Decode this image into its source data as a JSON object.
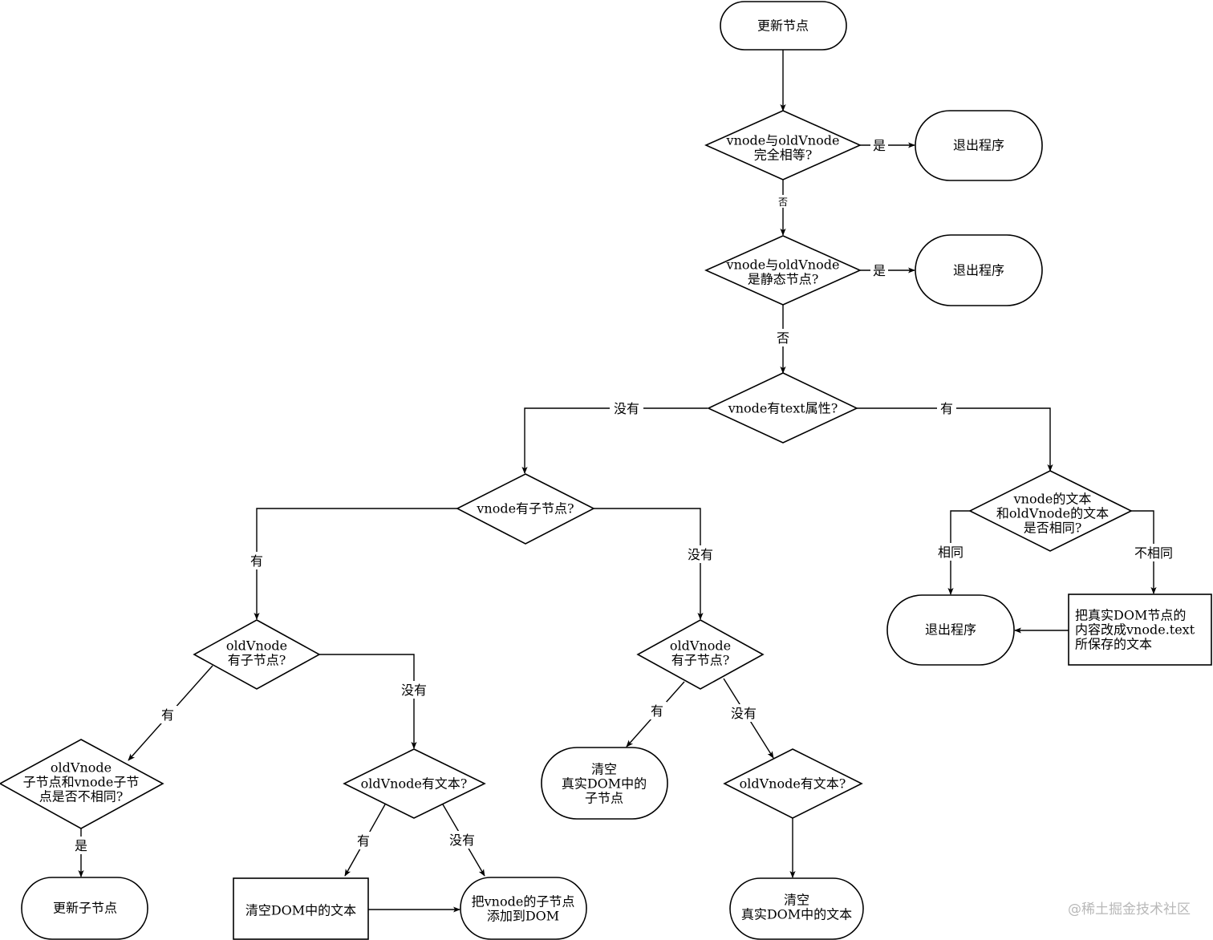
{
  "nodes": {
    "start": {
      "lines": [
        "更新节点"
      ]
    },
    "d_equal": {
      "lines": [
        "vnode与oldVnode",
        "完全相等?"
      ]
    },
    "exit_1": {
      "lines": [
        "退出程序"
      ]
    },
    "d_static": {
      "lines": [
        "vnode与oldVnode",
        "是静态节点?"
      ]
    },
    "exit_2": {
      "lines": [
        "退出程序"
      ]
    },
    "d_text": {
      "lines": [
        "vnode有text属性?"
      ]
    },
    "d_children": {
      "lines": [
        "vnode有子节点?"
      ]
    },
    "d_text_same": {
      "lines": [
        "vnode的文本",
        "和oldVnode的文本",
        "是否相同?"
      ]
    },
    "exit_3": {
      "lines": [
        "退出程序"
      ]
    },
    "set_text": {
      "lines": [
        "把真实DOM节点的",
        "内容改成vnode.text",
        "所保存的文本"
      ]
    },
    "d_old_children_l": {
      "lines": [
        "oldVnode",
        "有子节点?"
      ]
    },
    "d_old_children_r": {
      "lines": [
        "oldVnode",
        "有子节点?"
      ]
    },
    "d_children_diff": {
      "lines": [
        "oldVnode",
        "子节点和vnode子节",
        "点是否不相同?"
      ]
    },
    "update_children": {
      "lines": [
        "更新子节点"
      ]
    },
    "d_old_text_l": {
      "lines": [
        "oldVnode有文本?"
      ]
    },
    "clear_text_l": {
      "lines": [
        "清空DOM中的文本"
      ]
    },
    "add_children": {
      "lines": [
        "把vnode的子节点",
        "添加到DOM"
      ]
    },
    "clear_children": {
      "lines": [
        "清空",
        "真实DOM中的",
        "子节点"
      ]
    },
    "d_old_text_r": {
      "lines": [
        "oldVnode有文本?"
      ]
    },
    "clear_text_r": {
      "lines": [
        "清空",
        "真实DOM中的文本"
      ]
    }
  },
  "edges": {
    "equal_yes": "是",
    "equal_no": "否",
    "static_yes": "是",
    "static_no": "否",
    "text_no": "没有",
    "text_yes": "有",
    "children_yes": "有",
    "children_no": "没有",
    "same_yes": "相同",
    "same_no": "不相同",
    "oldc_l_yes": "有",
    "oldc_l_no": "没有",
    "diff_yes": "是",
    "oldt_l_yes": "有",
    "oldt_l_no": "没有",
    "oldc_r_yes": "有",
    "oldc_r_no": "没有"
  },
  "watermark": "@稀土掘金技术社区"
}
